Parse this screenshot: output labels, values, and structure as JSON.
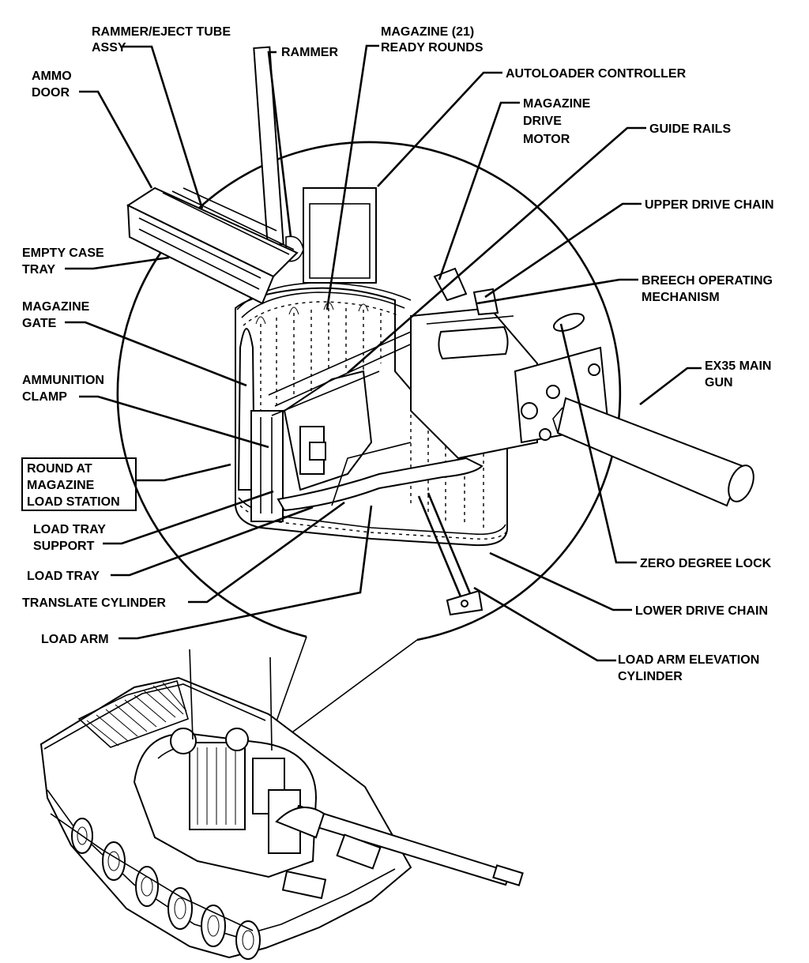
{
  "labels": {
    "rammer_eject_tube_assy_1": "RAMMER/EJECT TUBE",
    "rammer_eject_tube_assy_2": "ASSY",
    "rammer": "RAMMER",
    "magazine_ready_rounds_1": "MAGAZINE (21)",
    "magazine_ready_rounds_2": "READY ROUNDS",
    "ammo_door_1": "AMMO",
    "ammo_door_2": "DOOR",
    "autoloader_controller": "AUTOLOADER CONTROLLER",
    "magazine_drive_motor_1": "MAGAZINE",
    "magazine_drive_motor_2": "DRIVE",
    "magazine_drive_motor_3": "MOTOR",
    "guide_rails": "GUIDE RAILS",
    "upper_drive_chain": "UPPER DRIVE CHAIN",
    "empty_case_tray_1": "EMPTY CASE",
    "empty_case_tray_2": "TRAY",
    "breech_operating_mechanism_1": "BREECH OPERATING",
    "breech_operating_mechanism_2": "MECHANISM",
    "magazine_gate_1": "MAGAZINE",
    "magazine_gate_2": "GATE",
    "ex35_main_gun_1": "EX35 MAIN",
    "ex35_main_gun_2": "GUN",
    "ammunition_clamp_1": "AMMUNITION",
    "ammunition_clamp_2": "CLAMP",
    "round_at_load_station_1": "ROUND AT",
    "round_at_load_station_2": "MAGAZINE",
    "round_at_load_station_3": "LOAD STATION",
    "load_tray_support_1": "LOAD TRAY",
    "load_tray_support_2": "SUPPORT",
    "load_tray": "LOAD TRAY",
    "translate_cylinder": "TRANSLATE CYLINDER",
    "load_arm": "LOAD ARM",
    "zero_degree_lock": "ZERO DEGREE LOCK",
    "lower_drive_chain": "LOWER DRIVE CHAIN",
    "load_arm_elevation_cylinder_1": "LOAD ARM ELEVATION",
    "load_arm_elevation_cylinder_2": "CYLINDER"
  }
}
